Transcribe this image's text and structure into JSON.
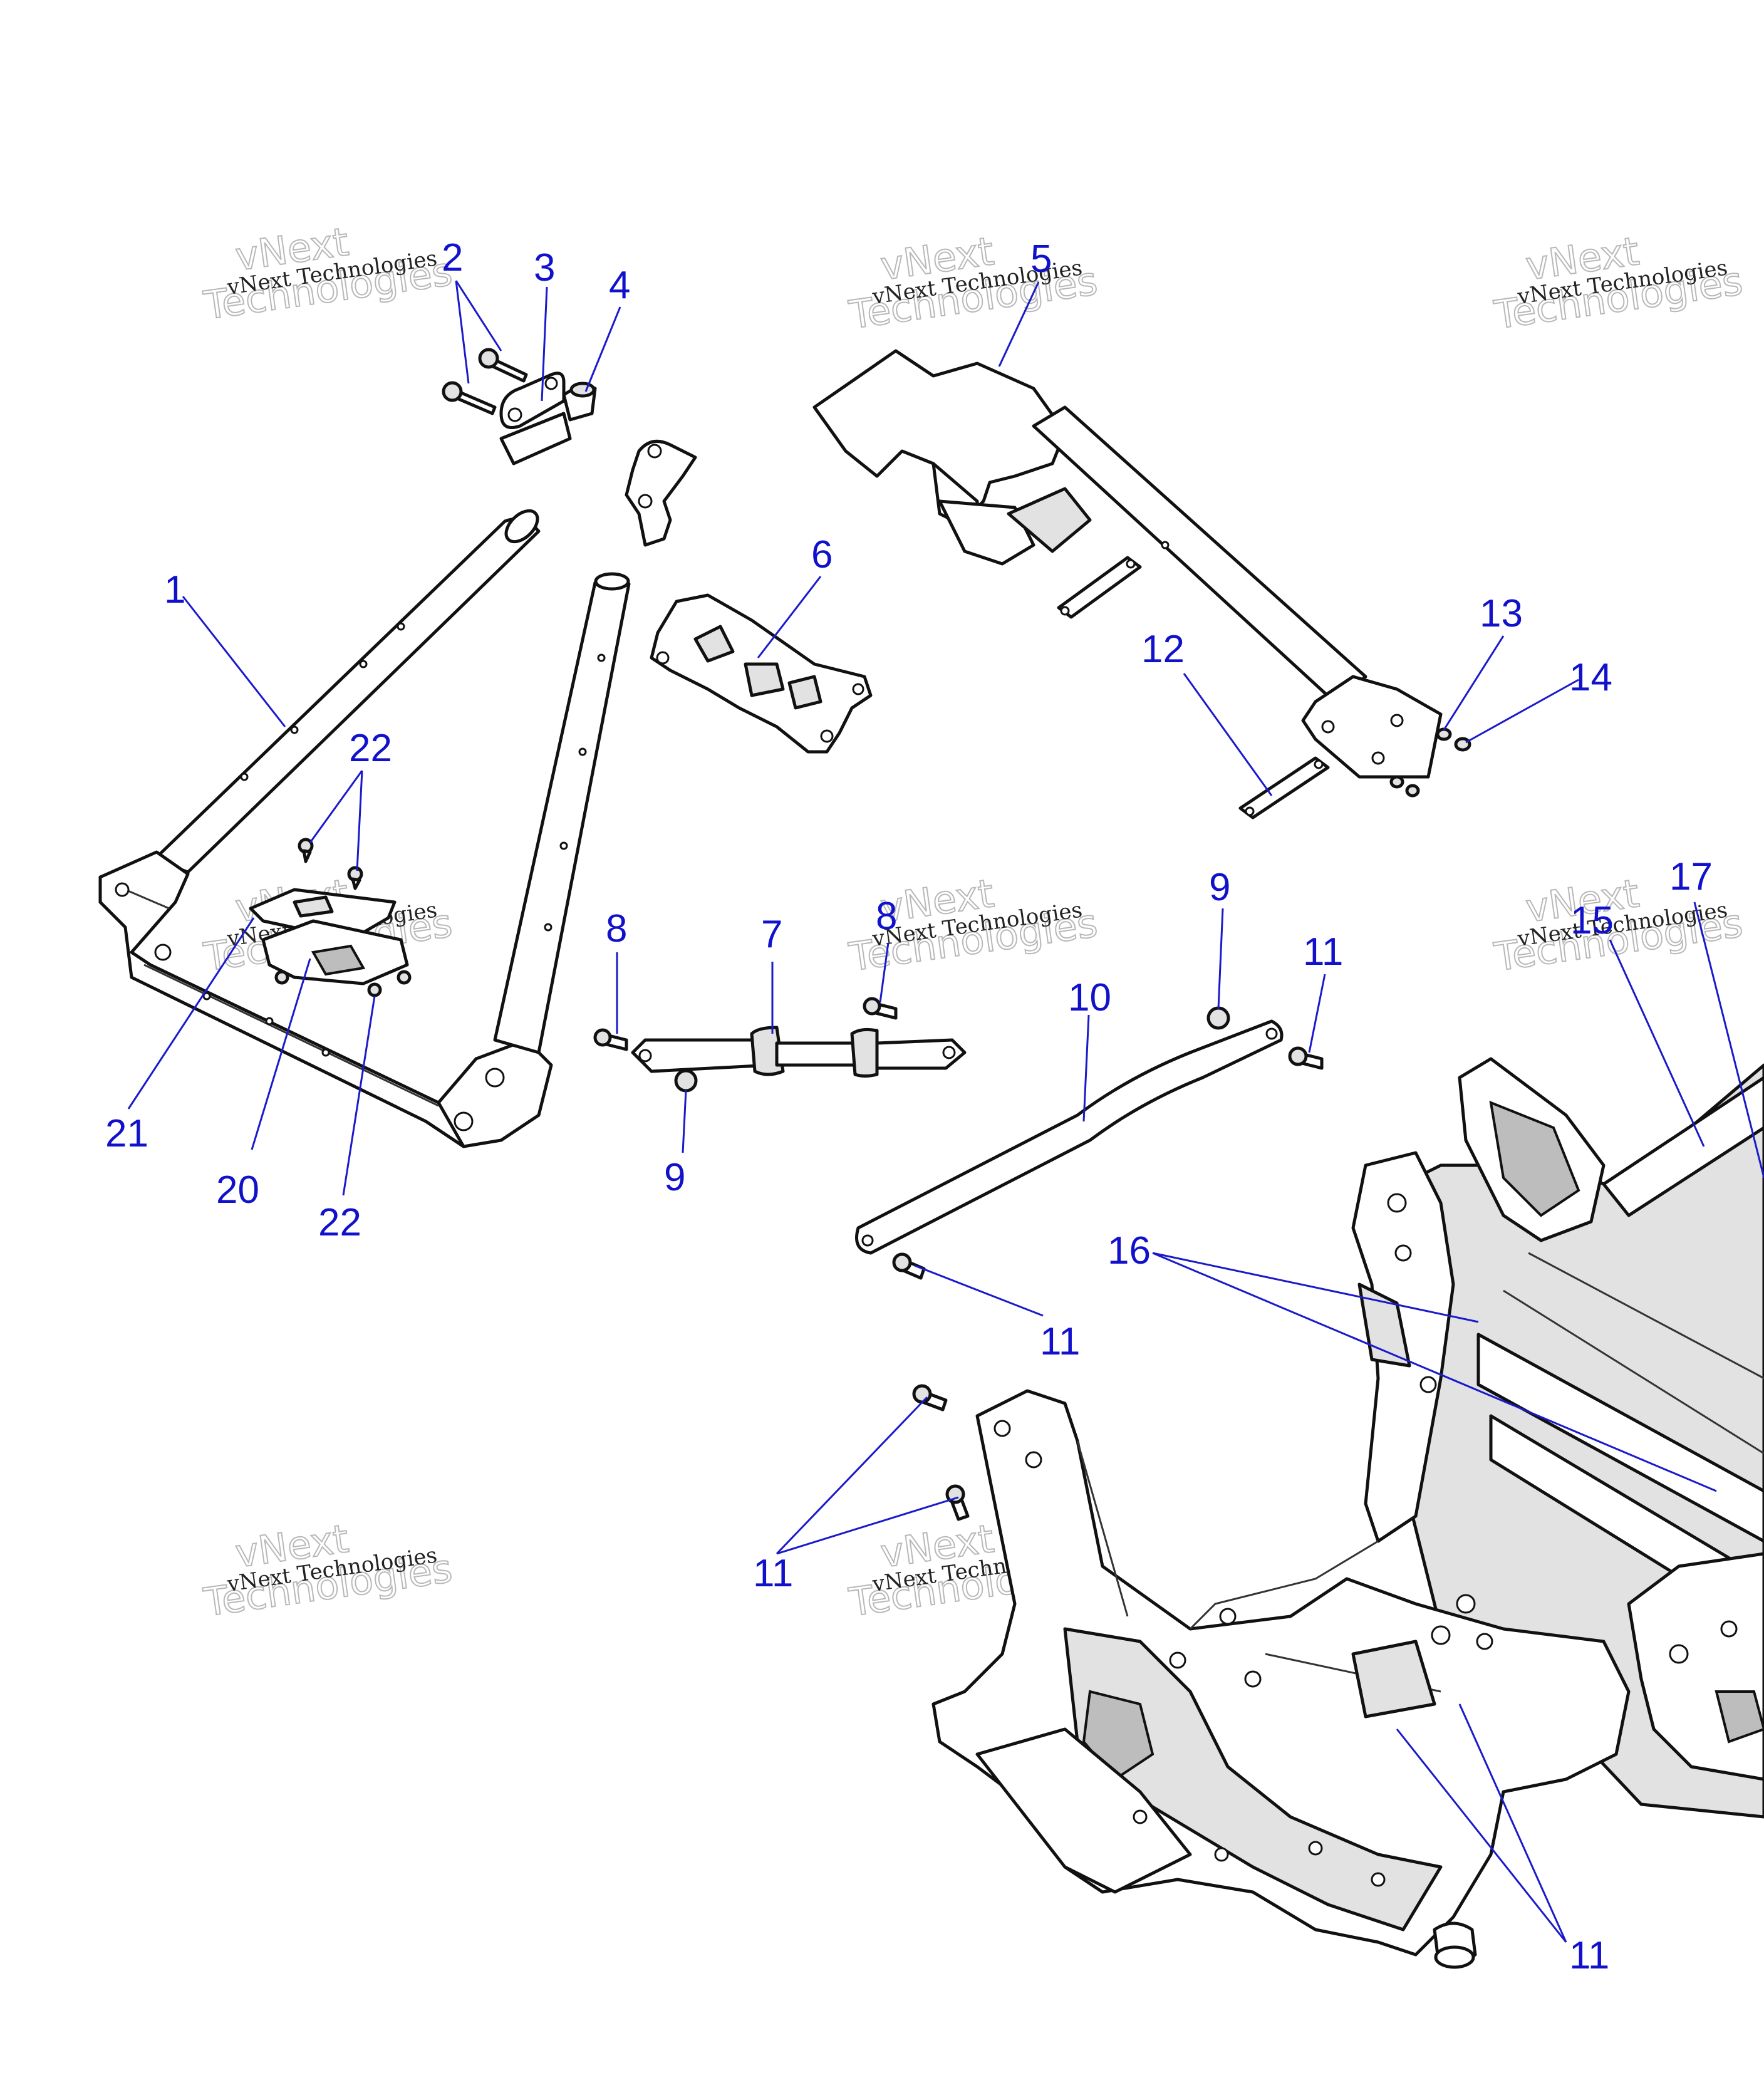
{
  "watermark": {
    "line1": "vNext Technologies",
    "line2": "vNext",
    "line3": "Technologies"
  },
  "callouts": [
    {
      "id": "c1",
      "label": "1"
    },
    {
      "id": "c2",
      "label": "2"
    },
    {
      "id": "c3",
      "label": "3"
    },
    {
      "id": "c4",
      "label": "4"
    },
    {
      "id": "c5",
      "label": "5"
    },
    {
      "id": "c6",
      "label": "6"
    },
    {
      "id": "c7",
      "label": "7"
    },
    {
      "id": "c8a",
      "label": "8"
    },
    {
      "id": "c8b",
      "label": "8"
    },
    {
      "id": "c9a",
      "label": "9"
    },
    {
      "id": "c9b",
      "label": "9"
    },
    {
      "id": "c10",
      "label": "10"
    },
    {
      "id": "c11a",
      "label": "11"
    },
    {
      "id": "c11b",
      "label": "11"
    },
    {
      "id": "c11c",
      "label": "11"
    },
    {
      "id": "c11d",
      "label": "11"
    },
    {
      "id": "c12",
      "label": "12"
    },
    {
      "id": "c13",
      "label": "13"
    },
    {
      "id": "c14",
      "label": "14"
    },
    {
      "id": "c15",
      "label": "15"
    },
    {
      "id": "c16",
      "label": "16"
    },
    {
      "id": "c17",
      "label": "17"
    },
    {
      "id": "c20",
      "label": "20"
    },
    {
      "id": "c21",
      "label": "21"
    },
    {
      "id": "c22a",
      "label": "22"
    },
    {
      "id": "c22b",
      "label": "22"
    }
  ]
}
